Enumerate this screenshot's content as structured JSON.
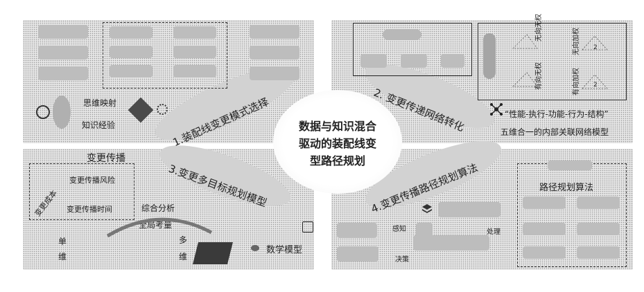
{
  "center": {
    "line1": "数据与知识混合",
    "line2": "驱动的装配线变",
    "line3": "型路径规划"
  },
  "stages": {
    "s1": "1.装配线变更模式选择",
    "s2": "2. 变更传递网络转化",
    "s3": "3.变更多目标规划模型",
    "s4": "4.变更传播路径规划算法"
  },
  "q1": {
    "thinking_mapping": "思维映射",
    "knowledge_experience": "知识经验"
  },
  "q2": {
    "undirected_unweighted": "无向无权",
    "undirected_weighted": "无向加权",
    "directed_unweighted": "有向无权",
    "directed_weighted": "有向加权",
    "weight_a": "2",
    "weight_b": "2",
    "five_dimensions": "“性能-执行-功能-行为-结构”",
    "network_model": "五维合一的内部关联网络模型"
  },
  "q3": {
    "title": "变更传播",
    "item_risk": "变更传播风险",
    "item_time": "变更传播时间",
    "item_cost": "变更成本",
    "comprehensive_analysis": "综合分析",
    "global_consideration": "全局考量",
    "single_dim_1": "单",
    "single_dim_2": "维",
    "multi_dim_1": "多",
    "multi_dim_2": "维",
    "math_model": "数学模型"
  },
  "q4": {
    "algorithm_title": "路径规划算法",
    "perception": "感知",
    "processing": "处理",
    "decision": "决策"
  },
  "colors": {
    "stipple": "#e6e6e6",
    "box": "#bdbdbd",
    "dark_box": "#3a3a3a",
    "text": "#222222"
  }
}
